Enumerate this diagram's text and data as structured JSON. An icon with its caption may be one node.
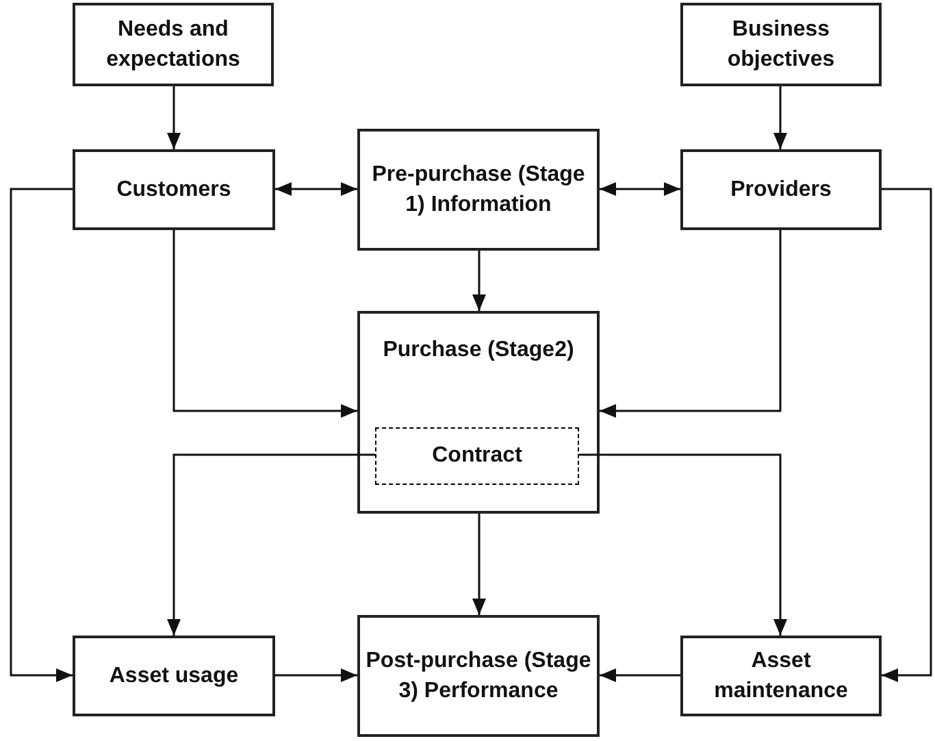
{
  "diagram": {
    "nodes": [
      {
        "text": [
          "Needs and expectations"
        ]
      },
      {
        "text": [
          "Business objectives"
        ]
      },
      {
        "text": [
          "Customers"
        ]
      },
      {
        "text": [
          "Pre-purchase (Stage 1) Information"
        ]
      },
      {
        "text": [
          "Providers"
        ]
      },
      {
        "text": [
          "Purchase (Stage2)"
        ]
      },
      {
        "text": [
          "Contract"
        ],
        "in": 5
      },
      {
        "text": [
          "Asset usage"
        ]
      },
      {
        "text": [
          "Post-purchase (Stage 3) Performance"
        ]
      },
      {
        "text": [
          "Asset maintenance"
        ]
      }
    ],
    "edges": [
      {
        "from": 0,
        "to": 2,
        "arrow": "to"
      },
      {
        "from": 1,
        "to": 4,
        "arrow": "to"
      },
      {
        "from": 2,
        "to": 3,
        "arrow": "both"
      },
      {
        "from": 3,
        "to": 4,
        "arrow": "both"
      },
      {
        "from": 3,
        "to": 5,
        "arrow": "to"
      },
      {
        "from": 2,
        "to": 5,
        "arrow": "to"
      },
      {
        "from": 4,
        "to": 5,
        "arrow": "to"
      },
      {
        "from": 6,
        "to": 7,
        "arrow": "to"
      },
      {
        "from": 6,
        "to": 9,
        "arrow": "to"
      },
      {
        "from": 5,
        "to": 8,
        "arrow": "to"
      },
      {
        "from": 2,
        "to": 7,
        "arrow": "to"
      },
      {
        "from": 7,
        "to": 8,
        "arrow": "to"
      },
      {
        "from": 9,
        "to": 8,
        "arrow": "to"
      },
      {
        "from": 4,
        "to": 9,
        "arrow": "to"
      }
    ]
  }
}
